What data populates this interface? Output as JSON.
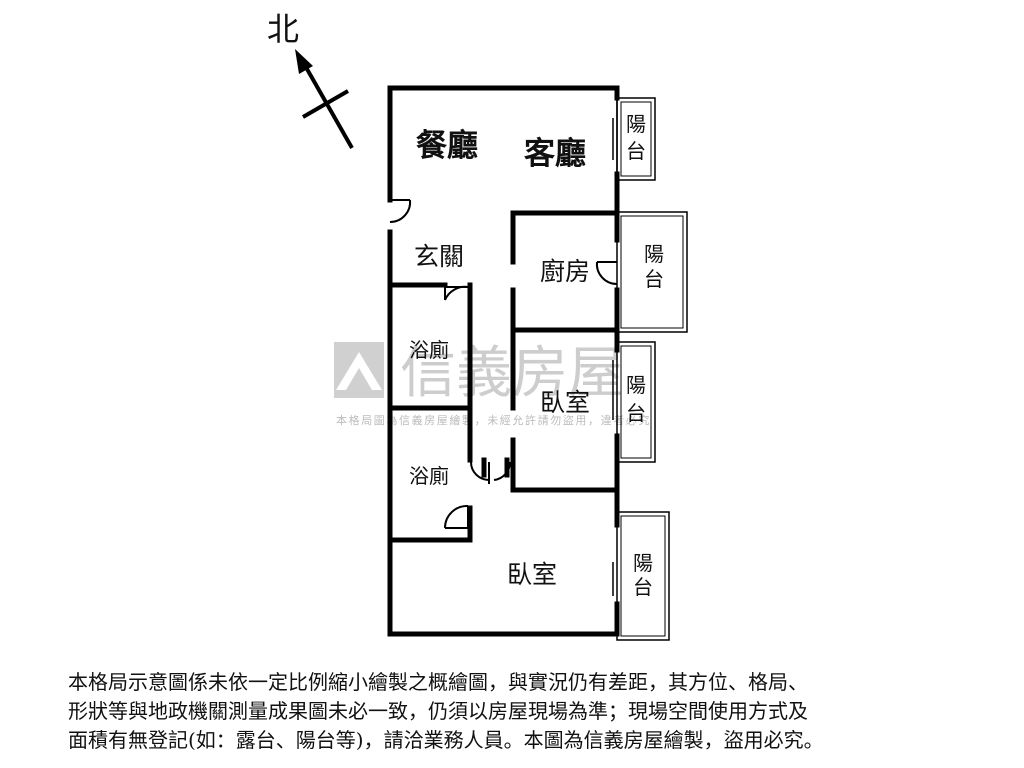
{
  "compass": {
    "label": "北"
  },
  "rooms": {
    "dining": "餐廳",
    "living": "客廳",
    "entrance": "玄關",
    "kitchen": "廚房",
    "bath1": "浴廁",
    "bath2": "浴廁",
    "bedroom1": "臥室",
    "bedroom2": "臥室"
  },
  "balconies": [
    {
      "line1": "陽",
      "line2": "台"
    },
    {
      "line1": "陽",
      "line2": "台"
    },
    {
      "line1": "陽",
      "line2": "台"
    },
    {
      "line1": "陽",
      "line2": "台"
    }
  ],
  "watermark": {
    "brand": "信義房屋",
    "notice": "本格局圖為信義房屋繪製，未經允許請勿盜用，違者必究"
  },
  "disclaimer": {
    "line1": "本格局示意圖係未依一定比例縮小繪製之概繪圖，與實況仍有差距，其方位、格局、",
    "line2": "形狀等與地政機關測量成果圖未必一致，仍須以房屋現場為準；現場空間使用方式及",
    "line3": "面積有無登記(如：露台、陽台等)，請洽業務人員。本圖為信義房屋繪製，盜用必究。"
  },
  "colors": {
    "wall": "#000000",
    "watermark": "#c8c8c8"
  }
}
